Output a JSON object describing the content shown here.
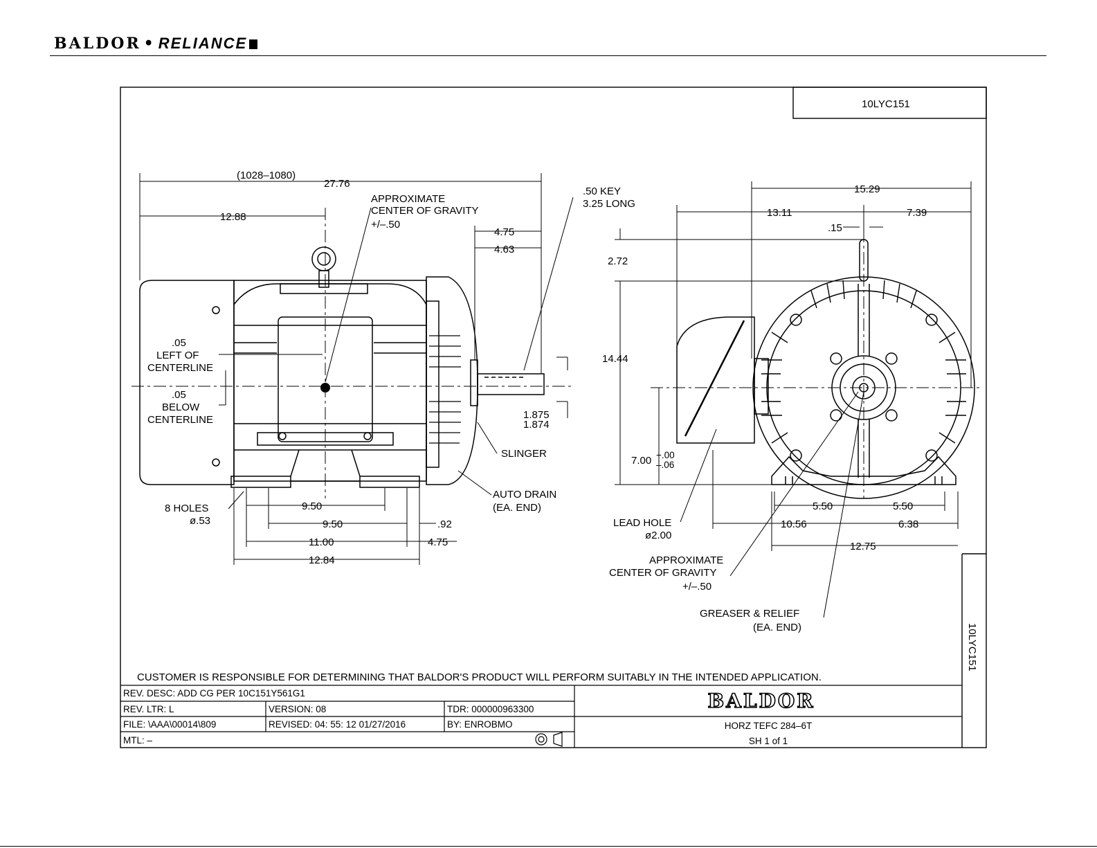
{
  "header": {
    "brand_left": "BALDOR",
    "brand_sep": "•",
    "brand_right": "RELIANCE"
  },
  "drawing": {
    "drawing_no": "10LYC151",
    "drawing_no_vertical": "10LYC151",
    "side_view": {
      "overall_range": "(1028–1080)",
      "overall": "27.76",
      "d_12_88": "12.88",
      "cg_title_1": "APPROXIMATE",
      "cg_title_2": "CENTER  OF  GRAVITY",
      "cg_tol": "+/–.50",
      "key_1": ".50  KEY",
      "key_2": "3.25  LONG",
      "d_4_75_top": "4.75",
      "d_4_63": "4.63",
      "left_of_1": ".05",
      "left_of_2": "LEFT  OF",
      "left_of_3": "CENTERLINE",
      "below_1": ".05",
      "below_2": "BELOW",
      "below_3": "CENTERLINE",
      "shaft_1": "1.875",
      "shaft_2": "1.874",
      "slinger": "SLINGER",
      "auto_drain_1": "AUTO  DRAIN",
      "auto_drain_2": "(EA.  END)",
      "holes_1": "8  HOLES",
      "holes_2": "ø.53",
      "d_9_50_a": "9.50",
      "d_9_50_b": "9.50",
      "d_92": ".92",
      "d_11_00": "11.00",
      "d_4_75_bot": "4.75",
      "d_12_84": "12.84"
    },
    "end_view": {
      "d_15_29": "15.29",
      "d_13_11": "13.11",
      "d_7_39": "7.39",
      "d_15": ".15",
      "d_2_72": "2.72",
      "d_14_44": "14.44",
      "d_7_00": "7.00",
      "tol_plus": "+.00",
      "tol_minus": "–.06",
      "lead_1": "LEAD  HOLE",
      "lead_2": "ø2.00",
      "d_5_50_a": "5.50",
      "d_5_50_b": "5.50",
      "d_10_56": "10.56",
      "d_6_38": "6.38",
      "d_12_75": "12.75",
      "cg_1": "APPROXIMATE",
      "cg_2": "CENTER  OF  GRAVITY",
      "cg_3": "+/–.50",
      "greaser_1": "GREASER  &  RELIEF",
      "greaser_2": "(EA.  END)"
    },
    "disclaimer": "CUSTOMER  IS  RESPONSIBLE  FOR  DETERMINING  THAT  BALDOR'S  PRODUCT  WILL  PERFORM  SUITABLY  IN  THE  INTENDED  APPLICATION.",
    "title_block": {
      "rev_desc": "REV.  DESC:   ADD  CG  PER  10C151Y561G1",
      "rev_ltr": "REV.  LTR:   L",
      "version": "VERSION: 08",
      "tdr": "TDR: 000000963300",
      "file": "FILE:  \\AAA\\00014\\809",
      "revised": "REVISED:  04: 55: 12  01/27/2016",
      "by": "BY: ENROBMO",
      "mtl": "MTL:  –",
      "logo": "BALDOR",
      "description": "HORZ  TEFC  284–6T",
      "sheet": "SH  1  of  1"
    }
  }
}
